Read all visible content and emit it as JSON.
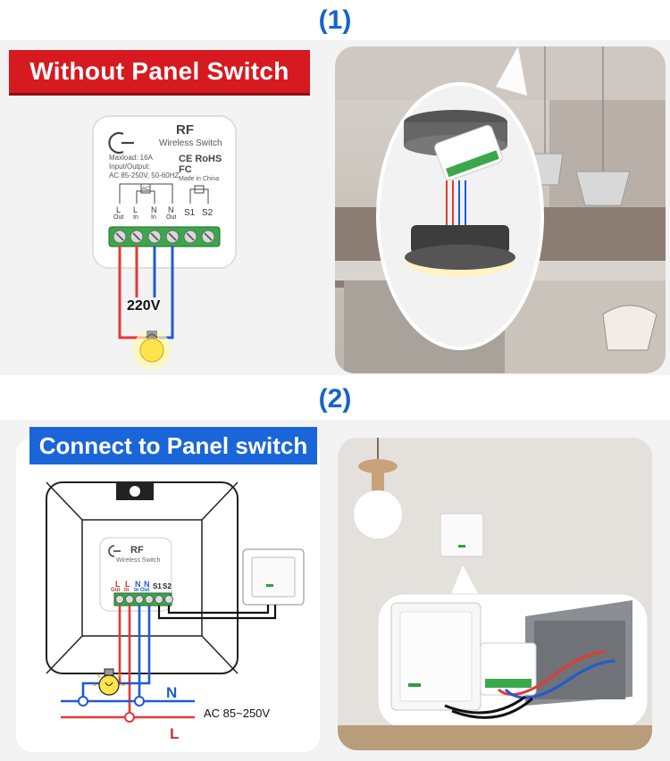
{
  "section1": {
    "step": "(1)",
    "banner": "Without Panel Switch",
    "module": {
      "brand": "RF",
      "subtitle": "Wireless Switch",
      "maxload": "Maxload: 16A",
      "io_label": "Input/Output:",
      "io_value": "AC 85-250V, 50-60HZ",
      "ce_rohs": "CE RoHS",
      "fc": "FC",
      "made_in": "Made in China",
      "terminals": [
        {
          "top": "L",
          "bottom": "Out"
        },
        {
          "top": "L",
          "bottom": "In"
        },
        {
          "top": "N",
          "bottom": "In"
        },
        {
          "top": "N",
          "bottom": "Out"
        },
        {
          "top": "S1",
          "bottom": ""
        },
        {
          "top": "S2",
          "bottom": ""
        }
      ],
      "ac_mark": "AC"
    },
    "voltage": "220V"
  },
  "section2": {
    "step": "(2)",
    "banner": "Connect to Panel switch",
    "module": {
      "brand": "RF",
      "subtitle": "Wireless Switch",
      "terminals": [
        {
          "top": "L",
          "bottom": "Out"
        },
        {
          "top": "L",
          "bottom": "In"
        },
        {
          "top": "N",
          "bottom": "In"
        },
        {
          "top": "N",
          "bottom": "Out"
        },
        {
          "top": "S1",
          "bottom": ""
        },
        {
          "top": "S2",
          "bottom": ""
        }
      ]
    },
    "line_n": "N",
    "line_l": "L",
    "ac_range": "AC 85~250V"
  },
  "colors": {
    "banner_red": "#d71920",
    "banner_blue": "#1a66d9",
    "step_blue": "#1565c8",
    "wire_red": "#e53935",
    "wire_blue": "#1e5bd6",
    "terminal_green": "#2e9e3e"
  },
  "icons": [
    "bulb-icon",
    "wireless-switch-logo-icon",
    "panel-switch-icon",
    "ceiling-light-icon",
    "kitchen-photo",
    "room-photo"
  ]
}
